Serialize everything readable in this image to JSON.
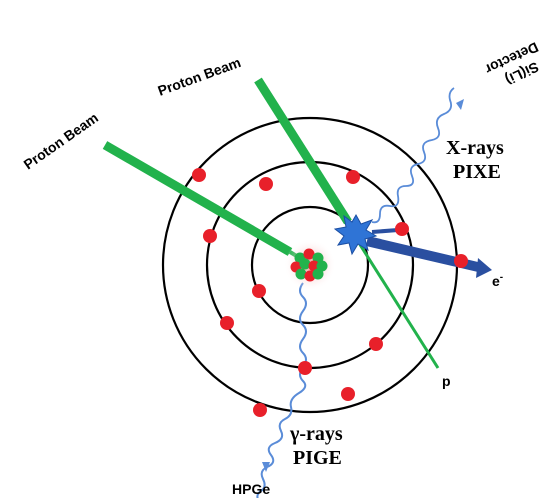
{
  "labels": {
    "proton_beam_upper": "Proton Beam",
    "proton_beam_lower": "Proton Beam",
    "detector_line1": "Si(Li)",
    "detector_line2": "Detector",
    "xrays": "X-rays",
    "pixe": "PIXE",
    "electron": "e",
    "electron_sup": "-",
    "proton_exit": "p",
    "gamma_rays": "γ-rays",
    "pige": "PIGE",
    "hpge": "HPGe"
  },
  "colors": {
    "beam": "#22b24c",
    "electron_dot": "#e8202a",
    "electron_path": "#2a4fa0",
    "photon_wave": "#5a8cd8",
    "orbit": "#000000",
    "nucleus_glow": "#f2a2a2",
    "vacancy_star": "#2f74d6"
  }
}
